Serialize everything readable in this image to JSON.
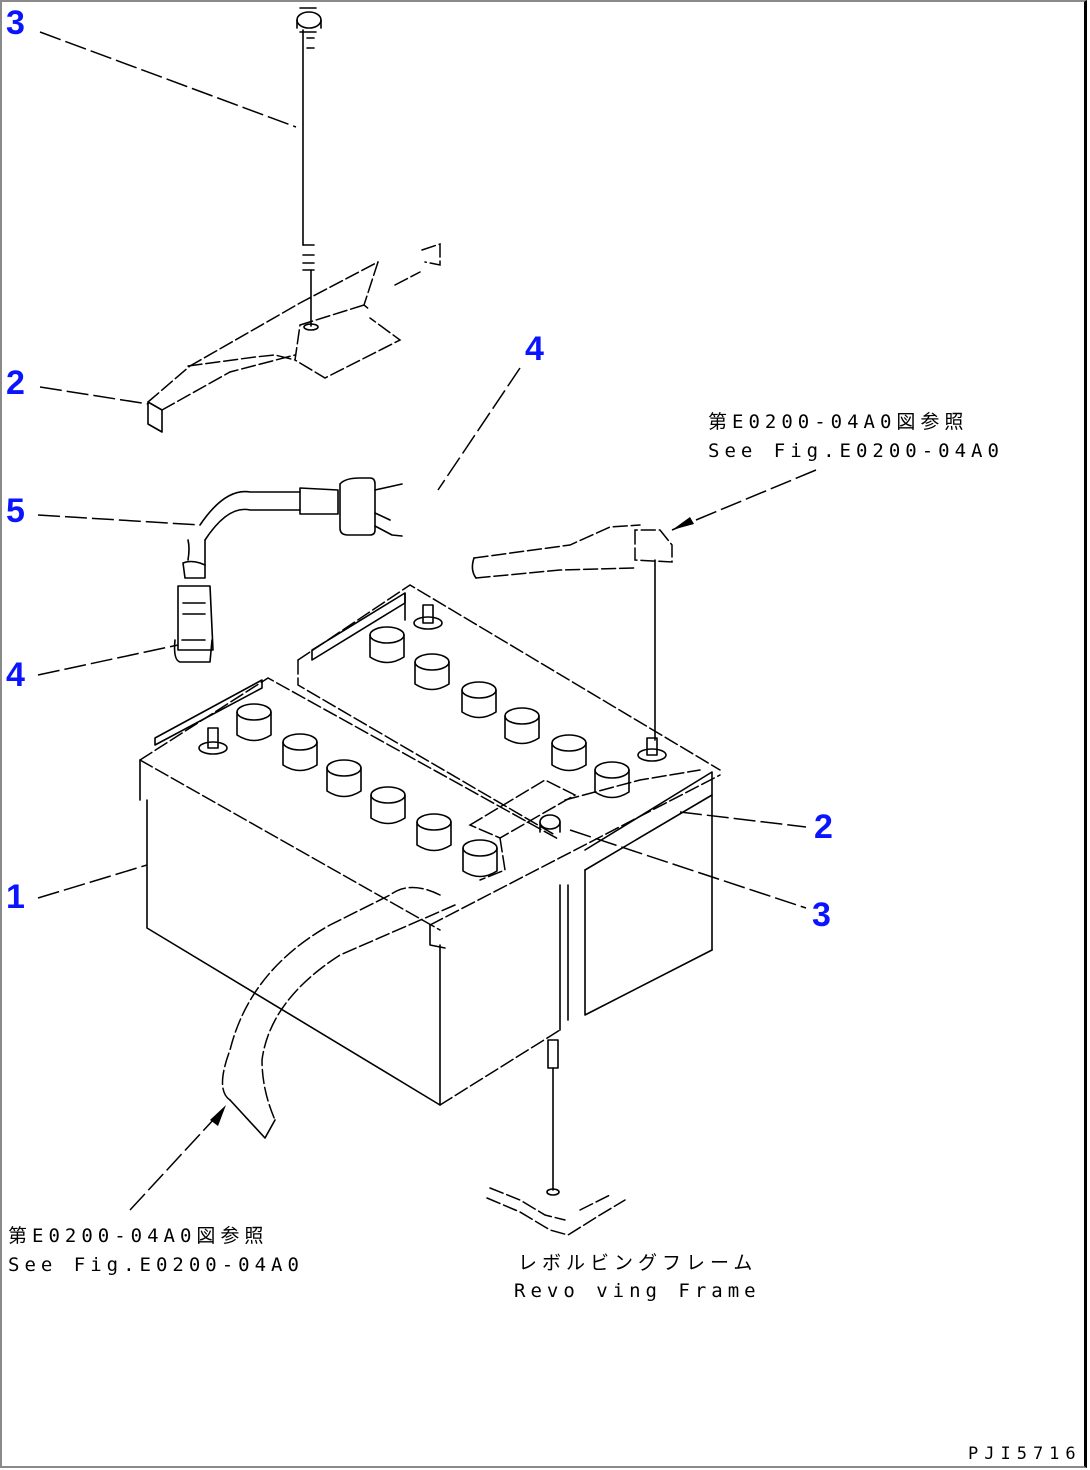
{
  "drawing": {
    "title": "Battery assembly exploded view",
    "callouts": [
      {
        "id": "c3-top",
        "number": "3",
        "part": "bolt"
      },
      {
        "id": "c2-left",
        "number": "2",
        "part": "bracket"
      },
      {
        "id": "c4-top",
        "number": "4",
        "part": "terminal cover"
      },
      {
        "id": "c5",
        "number": "5",
        "part": "jumper cable"
      },
      {
        "id": "c4-left",
        "number": "4",
        "part": "terminal cover"
      },
      {
        "id": "c1",
        "number": "1",
        "part": "battery"
      },
      {
        "id": "c2-right",
        "number": "2",
        "part": "bracket"
      },
      {
        "id": "c3-right",
        "number": "3",
        "part": "bolt"
      }
    ],
    "notes": {
      "ref_top_right_jp": "第E0200-04A0図参照",
      "ref_top_right_en": "See Fig.E0200-04A0",
      "ref_bottom_left_jp": "第E0200-04A0図参照",
      "ref_bottom_left_en": "See Fig.E0200-04A0",
      "frame_jp": "レボルビングフレーム",
      "frame_en": "Revo ving Frame"
    },
    "drawing_number": "PJI5716",
    "callout_color": "#0a14ff"
  }
}
